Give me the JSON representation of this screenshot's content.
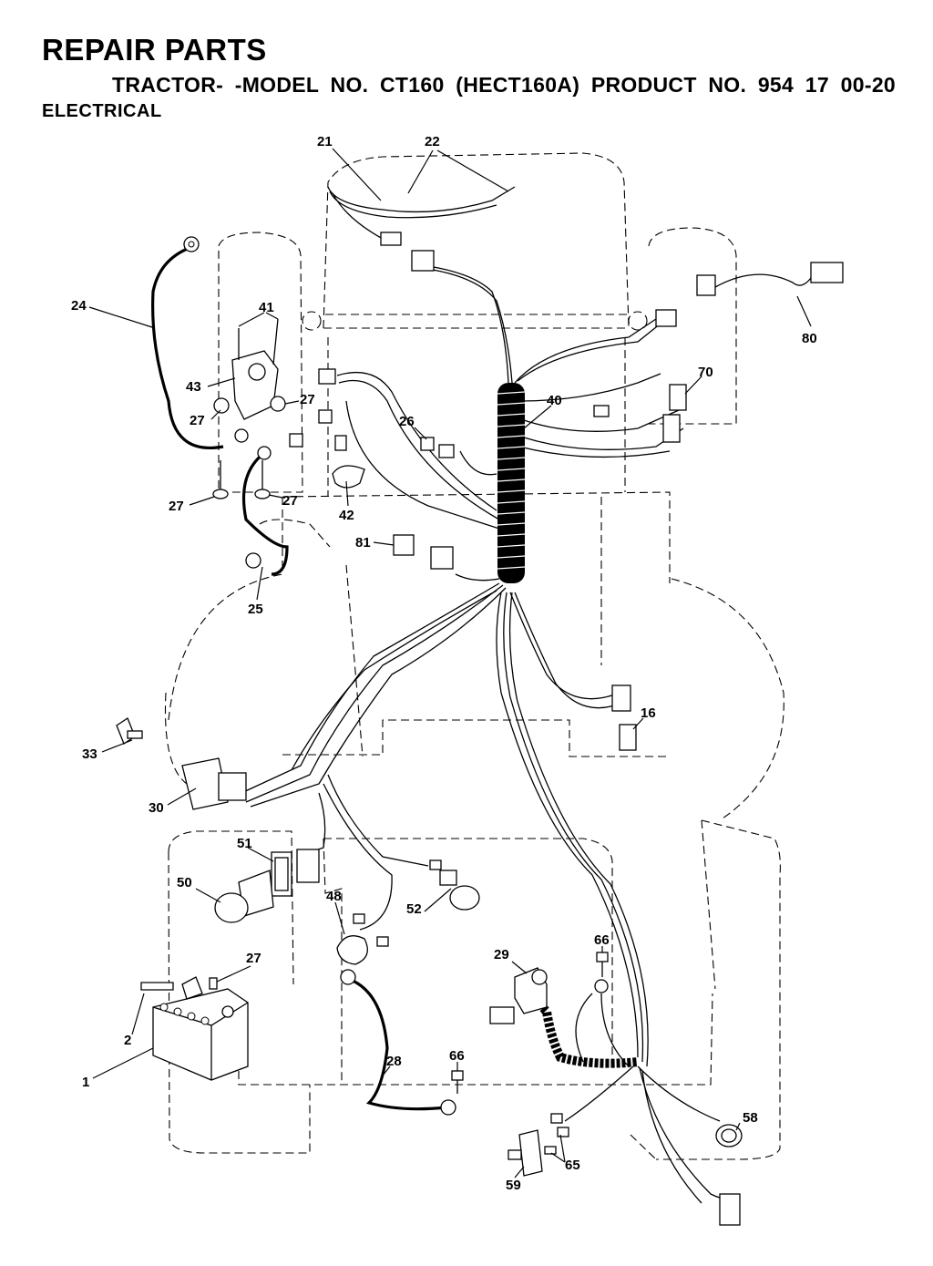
{
  "header": {
    "title": "REPAIR PARTS",
    "subtitle": "TRACTOR- -MODEL NO. CT160 (HECT160A) PRODUCT NO. 954 17 00-20",
    "section": "ELECTRICAL"
  },
  "callouts": {
    "c21": "21",
    "c22": "22",
    "c24": "24",
    "c41": "41",
    "c43": "43",
    "c27a": "27",
    "c27b": "27",
    "c27c": "27",
    "c27d": "27",
    "c27e": "27",
    "c80": "80",
    "c70": "70",
    "c40": "40",
    "c26": "26",
    "c42": "42",
    "c81": "81",
    "c25": "25",
    "c16": "16",
    "c33": "33",
    "c30": "30",
    "c51": "51",
    "c50": "50",
    "c48": "48",
    "c52": "52",
    "c29": "29",
    "c66a": "66",
    "c66b": "66",
    "c2": "2",
    "c1": "1",
    "c28": "28",
    "c58": "58",
    "c65": "65",
    "c59": "59"
  }
}
